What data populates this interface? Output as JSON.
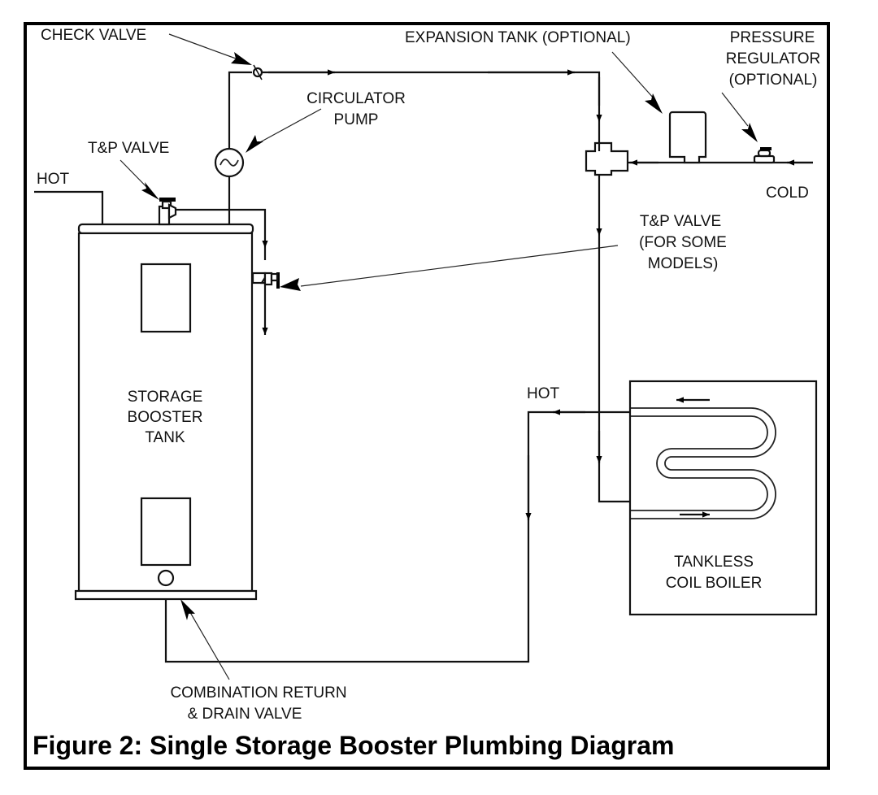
{
  "figure": {
    "caption": "Figure 2:  Single Storage Booster Plumbing Diagram"
  },
  "labels": {
    "check_valve": "CHECK VALVE",
    "circulator_pump": [
      "CIRCULATOR",
      "PUMP"
    ],
    "tp_valve_top": "T&P VALVE",
    "hot_left": "HOT",
    "expansion_tank": "EXPANSION TANK (OPTIONAL)",
    "pressure_regulator": [
      "PRESSURE",
      "REGULATOR",
      "(OPTIONAL)"
    ],
    "cold": "COLD",
    "tp_valve_side": [
      "T&P VALVE",
      "(FOR SOME",
      "MODELS)"
    ],
    "storage_tank": [
      "STORAGE",
      "BOOSTER",
      "TANK"
    ],
    "hot_boiler": "HOT",
    "boiler": [
      "TANKLESS",
      "COIL BOILER"
    ],
    "drain_valve": [
      "COMBINATION RETURN",
      "& DRAIN VALVE"
    ]
  },
  "components": [
    {
      "id": "storage-booster-tank",
      "icon": "tank-icon"
    },
    {
      "id": "check-valve",
      "icon": "check-valve-icon"
    },
    {
      "id": "circulator-pump",
      "icon": "pump-icon"
    },
    {
      "id": "tp-valve-top",
      "icon": "relief-valve-icon"
    },
    {
      "id": "tp-valve-side",
      "icon": "relief-valve-icon"
    },
    {
      "id": "expansion-tank",
      "icon": "expansion-tank-icon"
    },
    {
      "id": "pressure-regulator",
      "icon": "regulator-icon"
    },
    {
      "id": "mixing-tee",
      "icon": "tee-fitting-icon"
    },
    {
      "id": "tankless-coil-boiler",
      "icon": "coil-icon"
    },
    {
      "id": "drain-valve",
      "icon": "drain-valve-icon"
    }
  ]
}
